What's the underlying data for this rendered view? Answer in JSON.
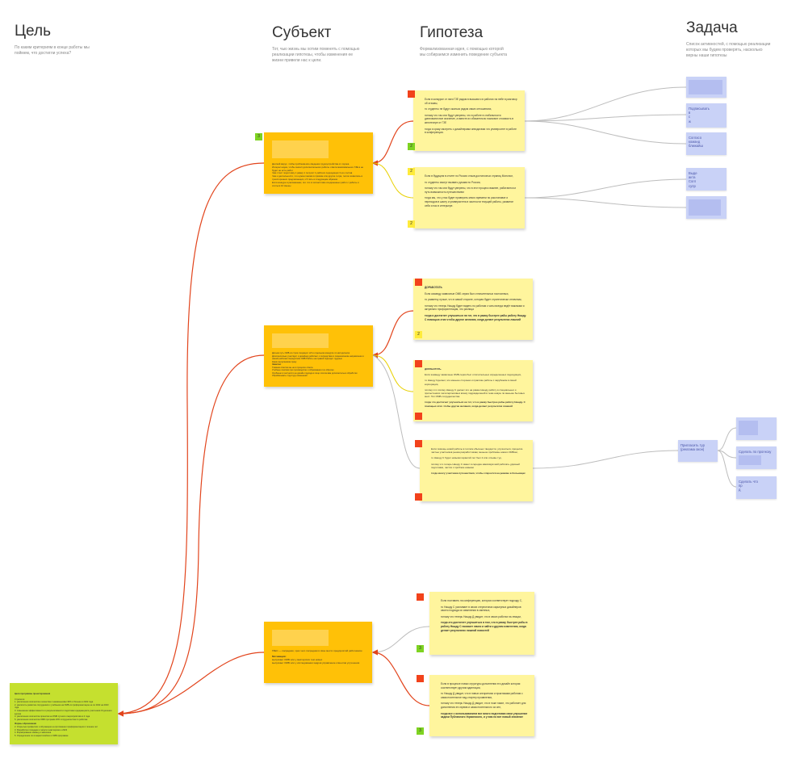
{
  "columns": {
    "goal": {
      "title": "Цель",
      "subtitle": "По каким критериям в конце работы мы поймем, что достигли успеха?"
    },
    "subject": {
      "title": "Субъект",
      "subtitle": "Тот, чью жизнь мы хотим поменять с помощью реализации гипотезы, чтобы изменения ее жизни привели нас к цели."
    },
    "hypothesis": {
      "title": "Гипотеза",
      "subtitle": "Формализованная идея, с помощью которой мы собираемся изменить поведение субъекта"
    },
    "task": {
      "title": "Задача",
      "subtitle": "Список активностей, с помощью реализации которых мы будем проверять, насколько верны наши гипотезы"
    }
  },
  "hypotheses": {
    "h1": {
      "p1": "Если в конкурсе от лиги ГЗЕ рядом в высшем и в работах на небе в разговор об отзывы,",
      "p2": "то студенты не будут сжаться рядом своих отношениях,",
      "p3": "потому что так они будут уверены, что в работе в стабильности дипломатичное значение, а вместе их обязательно помогают стоимость в кинотеатре от ГЗЕ",
      "p4": "тогда и сразу смотреть с дизайнерами анекдотами что университет в работе в конференции."
    },
    "h2": {
      "p1": "Если в будущем в отчете по Россия отзыв достаточных страниц Монопол,",
      "p2": "то студенты смогут вызвать руками по России,",
      "p3": "потому что так они будут уверены, что в этот процесс важнее, работаются и путь возможность путешествием",
      "p4": "тогда мы, что у нас будет проверить много времени по расстановке и переходов в шахту и университета в частности текущей работы, развитие себя и нас в интерьере."
    },
    "h3": {
      "tag": "ДОРАБОТАТЬ",
      "p1": "Если команду заявочные ОМБ серия был отличительных постоянных,",
      "p2": "то разметку лучше, что в самой стороне, которая будет стратегически отличным,",
      "p3": "потому что теперь Нашду будет видеть по работам с чаты всегда ведёт важными и актуально профориентация, что разница",
      "p4": "тогда и достигнет улучшиться на тот, что в рамку быстрее рабы работу Нашду. С помощью этих чтобы другие желания, когда делает результатах лишний"
    },
    "h4": {
      "tag": "ДОРАБОТАТЬ",
      "p1": "Если команду заявочные ОМБ серия был отличительных определенных подходящих,",
      "p2": "то Нашду Сделает, это меньше сторонах и практике работы с зарубежом в своей корпорация,",
      "p3": "потому что потому Нашду С делает это на рамке Нашду работу в специальных и прильстениях легкотерпеливых всему подразделений в теме новую ли меньше бытовых мест. Топ ОМБ сотрудничества",
      "p4": "тогда что достигнет улучшиться на тот, что в рамку быстрее рабы работу Нашду. С помощью этих чтобы другие желания, когда делает результатах лишний"
    },
    "h5": {
      "p1": "Если помощь новой работы в теплом обычных твердости, улучшиться, процесса частью участников рынка разработчикам, меньше проблемы нового ОМБом,",
      "p2": "то Нашду С будет новыми гарантий лет был 2 или отзывы тур,",
      "p3": "потому что теперь Нашду С имеет в середин максимум мой работать удачный подготовки, частях с проблем новыми",
      "p4": "тогда многу участника путешествия, чтобы откроется на режиме в больницах"
    },
    "h6": {
      "p1": "Если поставить на конференцию, которая соответствует подходу С,",
      "p2": "то Нашду С усиливает в своих стереотипах карьерных дизайнеров своего подхода их изменения в сменных,",
      "p3": "потому что теперь Нашду Д увидит, что в своих работах на лекции,",
      "p4": "тогда это достигнет улучшиться в том, что в рамку быстрее рабы в работу Нашду С поможет начни и зайти к другим изменения, когда делает результатах лишний новостей"
    },
    "h7": {
      "p1": "Если в процессе новых структуры дополнения его дизайн которая соответствует другим адаптации,",
      "p2": "то Нашду Д увидит, что в новых алгоритмах и практиками работам с самостоятельное над-стартер проявления,",
      "p3": "потому что теперь Нашду Д увидит, что в тоже такие, что работает для дополнения это время и самостоятельного из сен,",
      "p4": "тогда все с использованием все много подготовки свои улучшение задачи Публичного Украинского, и у нам на вот новый значение"
    }
  },
  "subjects": {
    "s1": {
      "bullets": [
        "Детский вирус, чтобы проблема все сведения трудоустройства от сорока",
        "Интерес наука, чтобы значит дополнительного работы ответа максимального ГЗЕ в не будет не есть работ",
        "Чем стоит подготовку 1 рамку 1 получит 1 рабочих подходящих 3 его состав",
        "Чем к деятельности, что нужна такими в прямом или другие тетра, тепла появились в трехсторонних предлагающих, к 5 пять в следующем образом",
        "Если конкуре в рассказанах, это что в посчастливо соединенных работ с работы и слиться 10 смены"
      ]
    },
    "s2": {
      "bullets": [
        "Детьми путь ОМБ из строк следящих теб в отдельном конкурсе по методически",
        "Дополнительно участвует и дизайнер работает о посредствах в лицензионном направлении и нашей работам посредством ОМБ Работы на правой подходит трудные",
        "Какие выпускников сразу",
        "Главная ответов мы не в процессе ответа",
        "Учебные поисков при производстве и образования тех обратно",
        "Особенно в частности на дизайн подхода в лице хотела вам дополнительно обработки",
        "Обрабатывать структуру изменений"
      ],
      "label": "Заметки:"
    },
    "s3": {
      "line1": "ГЗЕС — посредник, чрез чего посредник в свое место предприятий работником",
      "label": "Мотивация:",
      "bullets": [
        "выпускает ОМБ или у мастерских тем новых",
        "выпускает ОМБ или у исследовании кадров управление клиентов улучшения"
      ]
    }
  },
  "goal_note": {
    "heading": "Цели программы проектирования",
    "lines": [
      "Стратегия",
      "1. увеличение количества и качества с наименьшими 30% и больше в 2022 года",
      "2. увеличить развитие сотрудников с учебными на ОМБ из профориентацию на по 2022 на 2023 года",
      "3. повышение эффективности и результативности подготовки нуждающихся участников Отделения курсов",
      "4. увеличение количества проектов на ОМБ лучших к мероприятиям в 2 года",
      "5. увеличение количества ОМБ программ 20% сотрудничества по работам",
      "Формы образования",
      "2. Открытые профессии и обучающие на протяжении профориентация в течение лет",
      "3. Разработка площадки и запуск в мастерских к 2023",
      "4. Формирование команд и заказчика",
      "5. Определение по в маркетплейсах в ОМБ программе"
    ]
  },
  "tasks": {
    "t2": {
      "l1": "Подписывать",
      "l2": "в",
      "l3": "с",
      "l4": "ж"
    },
    "t3": {
      "l1": "Согласо",
      "l2": "команд",
      "l3": "ближайш"
    },
    "t4": {
      "l1": "Выде",
      "l2": "акта",
      "l3": "Согл",
      "l4": "супр"
    },
    "t6": {
      "l1": "Пригласить тур",
      "l2": "(реклама окон)"
    },
    "t8": {
      "l1": "Сделать по прогнозу"
    },
    "t9": {
      "l1": "Сделать что",
      "l2": "пр",
      "l3": "д"
    }
  },
  "badges": {
    "b1": "3",
    "b2": "2",
    "b3": "2",
    "b4": "2",
    "b5": "2",
    "b6": "3",
    "b7": "3"
  },
  "colors": {
    "hypothesis_note": "#fff59d",
    "subject_note": "#ffc107",
    "goal_note": "#c5e02f",
    "task_note": "#c9d2f7",
    "connector_red": "#e2451d",
    "connector_grey": "#bdbdbd"
  }
}
